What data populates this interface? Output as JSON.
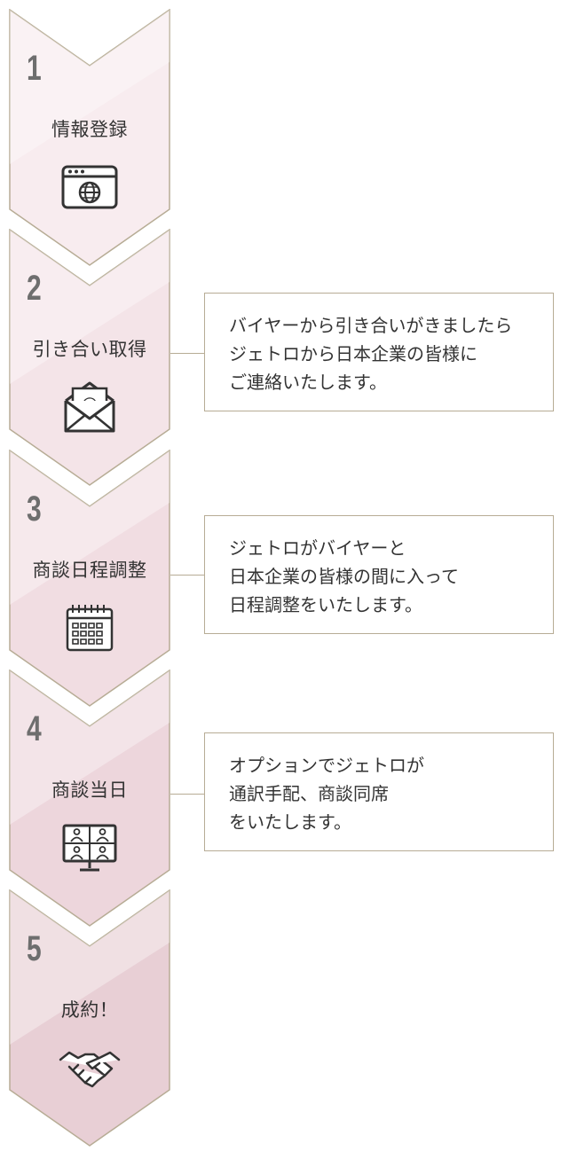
{
  "colors": {
    "border": "#b7ac95",
    "step_fills": [
      "#f8ecef",
      "#f4e4e8",
      "#f1dde2",
      "#edd6dc",
      "#e8cfd5"
    ],
    "number": "#6e6e6e"
  },
  "steps": [
    {
      "number": "1",
      "label": "情報登録",
      "icon": "browser-globe-icon"
    },
    {
      "number": "2",
      "label": "引き合い取得",
      "icon": "envelope-at-icon",
      "desc": [
        "バイヤーから引き合いがきましたら",
        "ジェトロから日本企業の皆様に",
        "ご連絡いたします。"
      ]
    },
    {
      "number": "3",
      "label": "商談日程調整",
      "icon": "calendar-icon",
      "desc": [
        "ジェトロがバイヤーと",
        "日本企業の皆様の間に入って",
        "日程調整をいたします。"
      ]
    },
    {
      "number": "4",
      "label": "商談当日",
      "icon": "video-meeting-monitor-icon",
      "desc": [
        "オプションでジェトロが",
        "通訳手配、商談同席",
        "をいたします。"
      ]
    },
    {
      "number": "5",
      "label": "成約！",
      "icon": "handshake-icon"
    }
  ]
}
